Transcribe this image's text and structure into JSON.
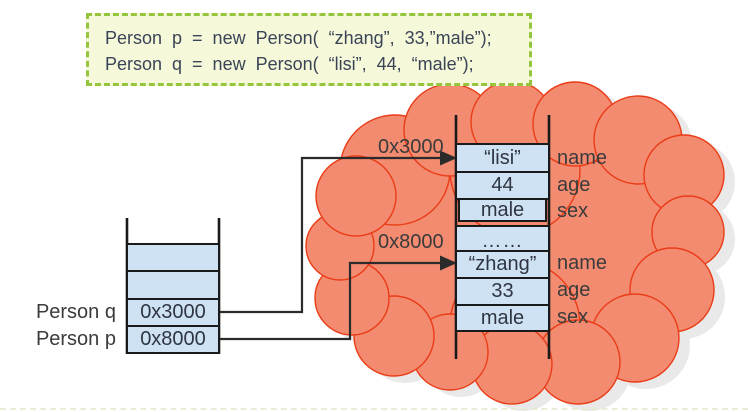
{
  "code_box": {
    "line1": "Person p = new Person( “zhang”, 33,”male”);",
    "line2": "Person q = new Person( “lisi”, 44, “male”);"
  },
  "stack": {
    "cells": [
      "",
      "",
      "0x3000",
      "0x8000"
    ],
    "label_q": "Person q",
    "label_p": "Person p"
  },
  "heap": {
    "address_label_1": "0x3000",
    "address_label_2": "0x8000",
    "object1": {
      "name": "“lisi”",
      "age": "44",
      "sex": "male"
    },
    "separator": "……",
    "object2": {
      "name": "“zhang”",
      "age": "33",
      "sex": "male"
    },
    "field_labels": [
      "name",
      "age",
      "sex"
    ]
  },
  "colors": {
    "cloud_fill": "#f28b70",
    "cloud_stroke": "#ea3c17",
    "cloud_shadow": "#e9e9e9",
    "cell_fill": "#cfe2f3",
    "cell_border": "#1a1a1a",
    "code_box_bg": "#f5f9da",
    "code_box_border": "#94c53d",
    "code_text": "#3a4456",
    "label_text": "#3b3b3b",
    "connector": "#2b2b2b"
  }
}
